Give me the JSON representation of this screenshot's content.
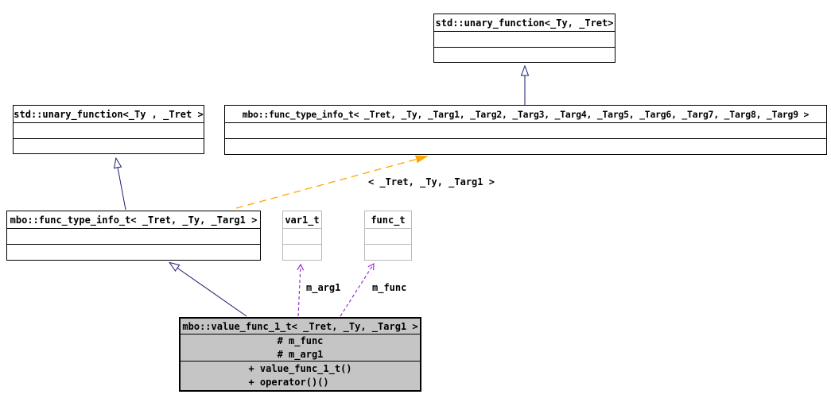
{
  "diagram": {
    "type": "uml-class-diagram",
    "colors": {
      "background": "#ffffff",
      "inheritance_edge": "#191970",
      "usage_edge": "#9a32cd",
      "template_edge": "#ffa500",
      "class_border": "#000000",
      "unlinked_class_border": "#b9b9b9",
      "current_class_fill": "#c5c5c5"
    },
    "classes": {
      "std_unary_top": {
        "title": "std::unary_function<_Ty, _Tret>"
      },
      "std_unary_left": {
        "title": "std::unary_function<_Ty , _Tret >"
      },
      "func_type_info_9": {
        "title": "mbo::func_type_info_t< _Tret, _Ty, _Targ1, _Targ2, _Targ3, _Targ4, _Targ5, _Targ6, _Targ7, _Targ8, _Targ9 >"
      },
      "func_type_info_1": {
        "title": "mbo::func_type_info_t< _Tret, _Ty, _Targ1 >"
      },
      "var1_t": {
        "title": "var1_t"
      },
      "func_t": {
        "title": "func_t"
      },
      "value_func_1_t": {
        "title": "mbo::value_func_1_t< _Tret, _Ty, _Targ1 >",
        "attributes": [
          "# m_func",
          "# m_arg1"
        ],
        "methods": [
          "+ value_func_1_t()",
          "+ operator()()"
        ]
      }
    },
    "edge_labels": {
      "template_args": "< _Tret, _Ty, _Targ1 >",
      "m_arg1": "m_arg1",
      "m_func": "m_func"
    }
  }
}
